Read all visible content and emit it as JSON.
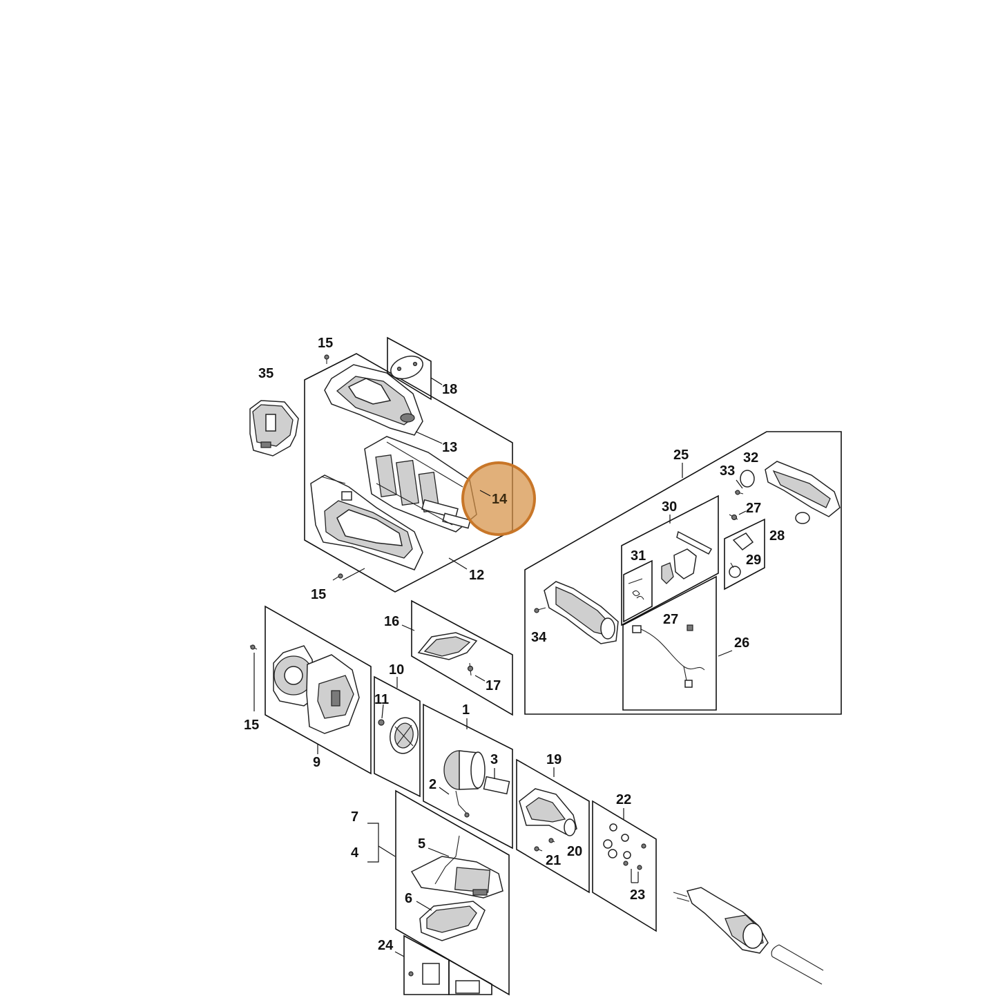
{
  "highlight": {
    "label": "14",
    "ring_color": "#c87628",
    "fill_color": "#d69146"
  },
  "labels": {
    "p1": "1",
    "p2": "2",
    "p3": "3",
    "p4": "4",
    "p5": "5",
    "p6": "6",
    "p7": "7",
    "p9": "9",
    "p10": "10",
    "p11": "11",
    "p12": "12",
    "p13": "13",
    "p15a": "15",
    "p15b": "15",
    "p15c": "15",
    "p16": "16",
    "p17": "17",
    "p18": "18",
    "p19": "19",
    "p20": "20",
    "p21": "21",
    "p22": "22",
    "p23": "23",
    "p24": "24",
    "p25": "25",
    "p26": "26",
    "p27a": "27",
    "p27b": "27",
    "p28": "28",
    "p29": "29",
    "p30": "30",
    "p31": "31",
    "p32": "32",
    "p33": "33",
    "p34": "34",
    "p35": "35"
  }
}
